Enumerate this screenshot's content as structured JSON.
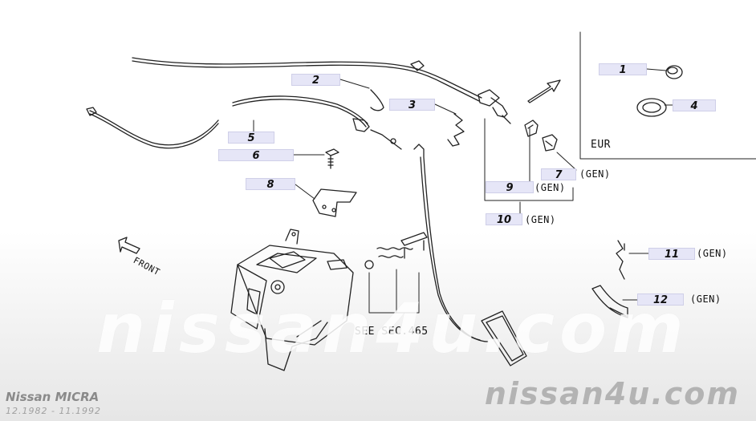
{
  "callouts": [
    {
      "id": "1",
      "suffix": ""
    },
    {
      "id": "2",
      "suffix": ""
    },
    {
      "id": "3",
      "suffix": ""
    },
    {
      "id": "4",
      "suffix": ""
    },
    {
      "id": "5",
      "suffix": ""
    },
    {
      "id": "6",
      "suffix": ""
    },
    {
      "id": "7",
      "suffix": "(GEN)"
    },
    {
      "id": "8",
      "suffix": ""
    },
    {
      "id": "9",
      "suffix": "(GEN)"
    },
    {
      "id": "10",
      "suffix": "(GEN)"
    },
    {
      "id": "11",
      "suffix": "(GEN)"
    },
    {
      "id": "12",
      "suffix": "(GEN)"
    }
  ],
  "labels": {
    "region": "EUR",
    "front": "FRONT",
    "see_sec": "SEE SEC.465"
  },
  "branding": {
    "watermark": "nissan4u.com",
    "site": "nissan4u.com",
    "model": "Nissan MICRA",
    "years": "12.1982 - 11.1992"
  }
}
